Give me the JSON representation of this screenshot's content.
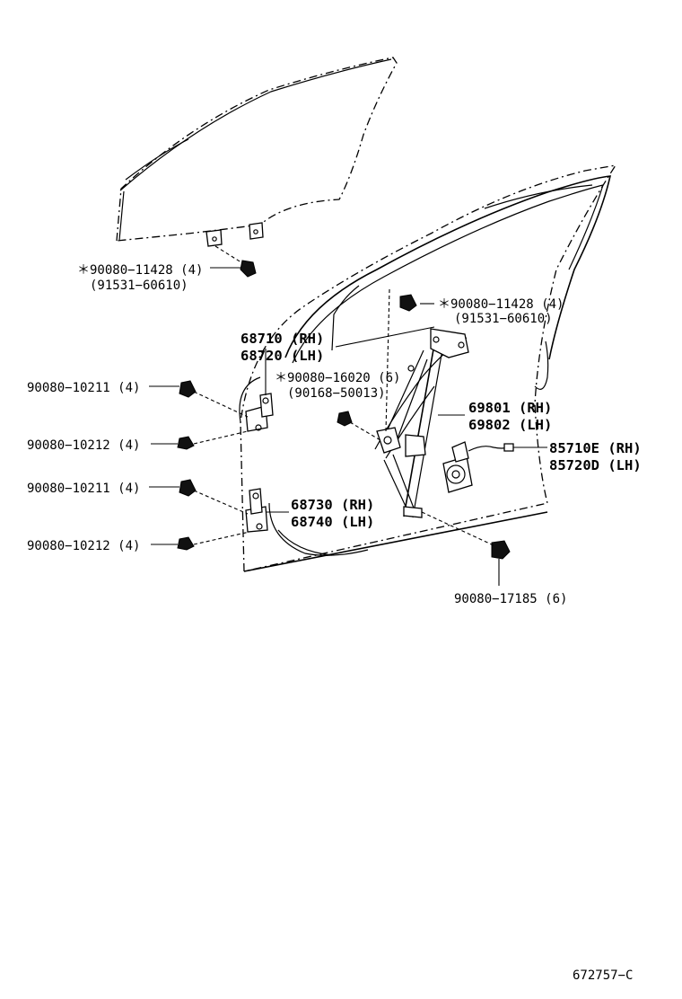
{
  "callouts": {
    "glass_bolt": {
      "part": "＊90080−11428 (4)",
      "alt": "(91531−60610)"
    },
    "regulator_bolt_top": {
      "part": "＊90080−11428 (4)",
      "alt": "(91531−60610)"
    },
    "upper_hinge": {
      "rh": "68710 (RH)",
      "lh": "68720 (LH)"
    },
    "regulator_bolt_mid": {
      "part": "＊90080−16020 (6)",
      "alt": "(90168−50013)"
    },
    "regulator": {
      "rh": "69801 (RH)",
      "lh": "69802 (LH)"
    },
    "motor": {
      "rh": "85710E (RH)",
      "lh": "85720D (LH)"
    },
    "lower_hinge": {
      "rh": "68730 (RH)",
      "lh": "68740 (LH)"
    },
    "bolt_upper_1": "90080−10211 (4)",
    "bolt_upper_2": "90080−10212 (4)",
    "bolt_lower_1": "90080−10211 (4)",
    "bolt_lower_2": "90080−10212 (4)",
    "nut_bottom": "90080−17185 (6)"
  },
  "figure_number": "672757−C"
}
